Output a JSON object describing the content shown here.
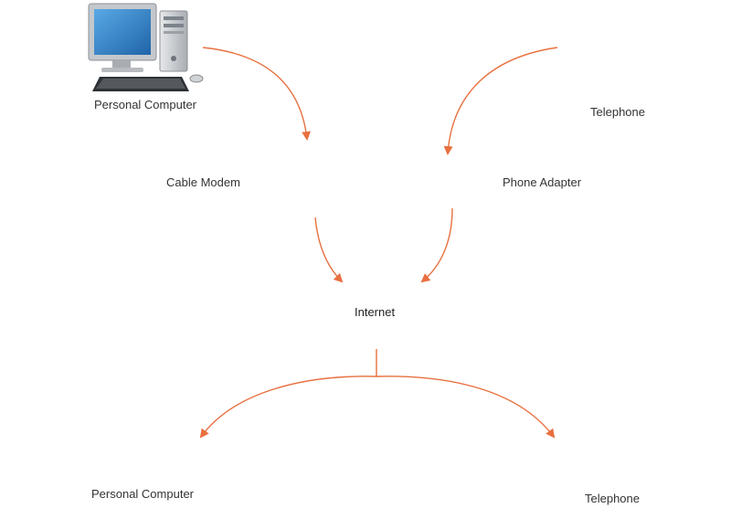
{
  "nodes": {
    "pc_top": {
      "label": "Personal Computer",
      "icon": "desktop-computer-icon"
    },
    "modem": {
      "label": "Cable Modem",
      "icon": "cable-modem-icon"
    },
    "phone_top": {
      "label": "Telephone",
      "icon": "telephone-icon"
    },
    "adapter": {
      "label": "Phone Adapter",
      "icon": "phone-adapter-icon"
    },
    "internet": {
      "label": "Internet",
      "icon": "cloud-icon"
    },
    "pc_bottom": {
      "label": "Personal Computer",
      "icon": "desktop-computer-icon"
    },
    "phone_bottom": {
      "label": "Telephone",
      "icon": "telephone-icon"
    }
  },
  "edges": [
    {
      "from": "pc_top",
      "to": "modem"
    },
    {
      "from": "phone_top",
      "to": "adapter"
    },
    {
      "from": "modem",
      "to": "internet"
    },
    {
      "from": "adapter",
      "to": "internet"
    },
    {
      "from": "internet",
      "to": "pc_bottom"
    },
    {
      "from": "internet",
      "to": "phone_bottom"
    }
  ],
  "colors": {
    "arrow": "#e8703f",
    "cloud": "#a9d6f2",
    "screen": "#2e7fc6",
    "casing": "#c9cdd2"
  }
}
